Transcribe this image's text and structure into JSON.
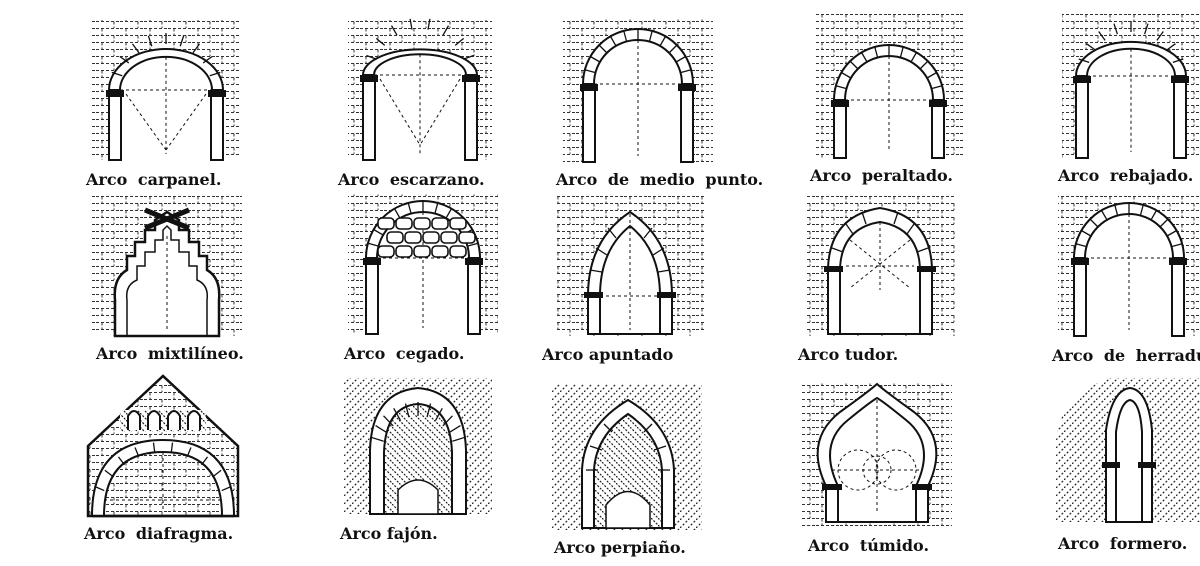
{
  "captions": {
    "carpanel": "Arco carpanel.",
    "escarzano": "Arco escarzano.",
    "medio_punto": "Arco de medio punto.",
    "peraltado": "Arco peraltado.",
    "rebajado": "Arco rebajado.",
    "mixtilineo": "Arco mixtilíneo.",
    "cegado": "Arco cegado.",
    "apuntado": "Arco apuntado",
    "tudor": "Arco tudor.",
    "herradura": "Arco de herradu",
    "diafragma": "Arco diafragma.",
    "fajon": "Arco fajón.",
    "perpiano": "Arco perpiaño.",
    "tumido": "Arco túmido.",
    "formero": "Arco formero."
  },
  "colors": {
    "ink": "#111111",
    "paper": "#ffffff"
  }
}
